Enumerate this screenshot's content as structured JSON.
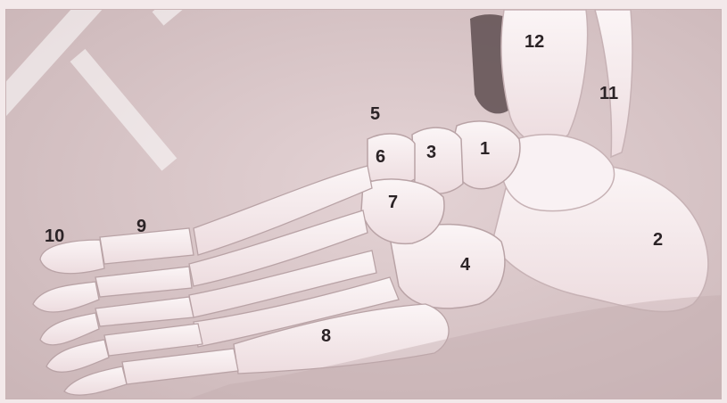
{
  "image": {
    "subject": "foot-skeleton",
    "background_color": "#d9c7c8",
    "bone_color": "#f7eef0"
  },
  "labels": [
    {
      "text": "1"
    },
    {
      "text": "2"
    },
    {
      "text": "3"
    },
    {
      "text": "4"
    },
    {
      "text": "5"
    },
    {
      "text": "6"
    },
    {
      "text": "7"
    },
    {
      "text": "8"
    },
    {
      "text": "9"
    },
    {
      "text": "10"
    },
    {
      "text": "11"
    },
    {
      "text": "12"
    }
  ]
}
